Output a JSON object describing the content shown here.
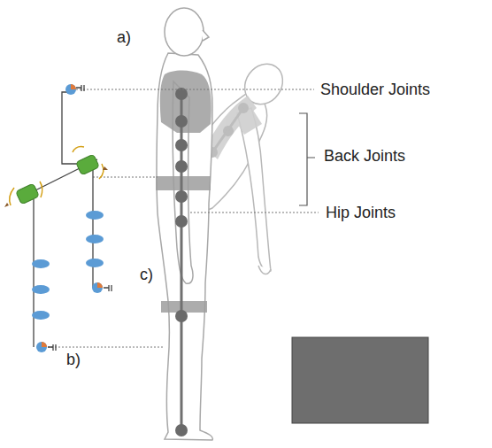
{
  "diagram": {
    "labels": [
      "a)",
      "Shoulder Joints",
      "Back Joints",
      "Hip Joints",
      "c)",
      "b)"
    ]
  }
}
